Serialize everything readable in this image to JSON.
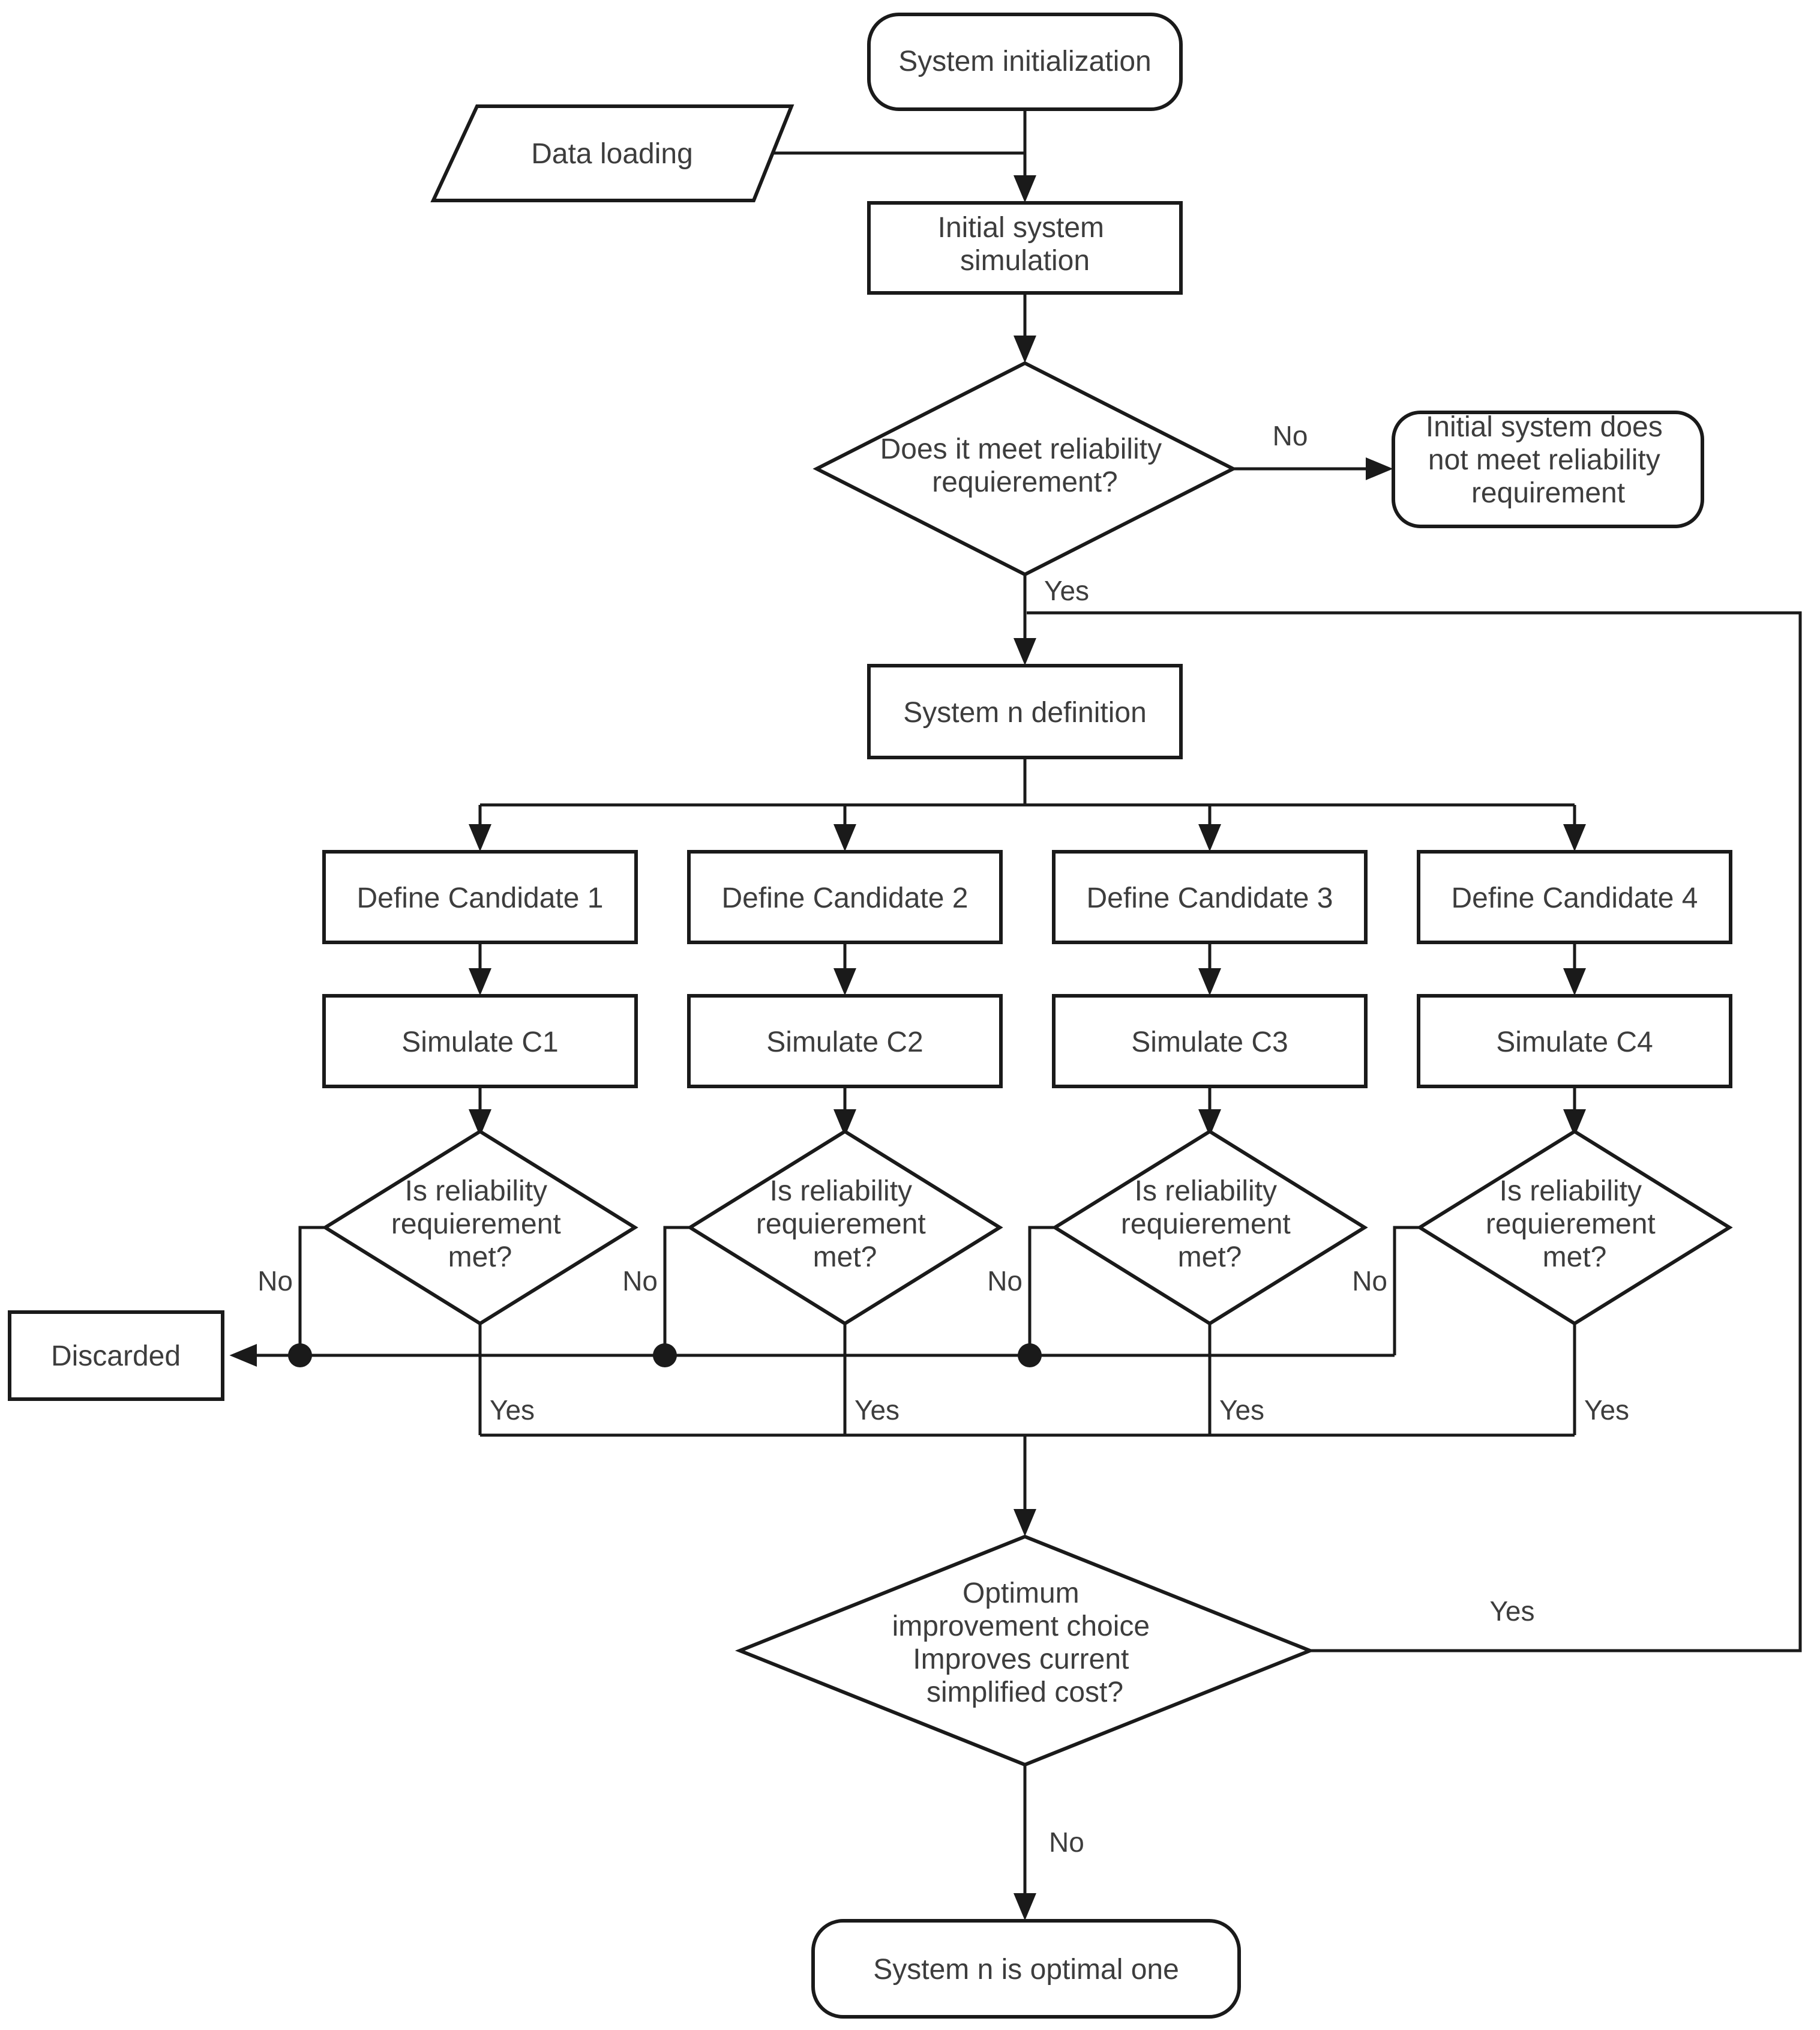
{
  "colors": {
    "line": "#1a1a1a",
    "text": "#3d3d3d",
    "node_fill": "#ffffff",
    "background": "#ffffff"
  },
  "nodes": {
    "start": {
      "shape": "terminator",
      "label": "System initialization"
    },
    "data_loading": {
      "shape": "parallelogram",
      "label": "Data loading"
    },
    "initial_simulation": {
      "shape": "process",
      "lines": [
        "Initial system",
        "simulation"
      ]
    },
    "reliability_check": {
      "shape": "decision",
      "lines": [
        "Does it meet reliability",
        "requierement?"
      ]
    },
    "not_met_end": {
      "shape": "terminator",
      "lines": [
        "Initial system does",
        "not meet reliability",
        "requirement"
      ]
    },
    "system_n_definition": {
      "shape": "process",
      "label": "System n definition"
    },
    "discarded": {
      "shape": "process",
      "label": "Discarded"
    },
    "improvement_check": {
      "shape": "decision",
      "lines": [
        "Optimum",
        "improvement choice",
        "Improves current",
        "simplified cost?"
      ]
    },
    "optimal_end": {
      "shape": "terminator",
      "label": "System n is optimal one"
    }
  },
  "branches": [
    {
      "define": "Define Candidate 1",
      "simulate": "Simulate C1",
      "check_lines": [
        "Is reliability",
        "requierement",
        "met?"
      ],
      "no_label": "No",
      "yes_label": "Yes"
    },
    {
      "define": "Define Candidate 2",
      "simulate": "Simulate C2",
      "check_lines": [
        "Is reliability",
        "requierement",
        "met?"
      ],
      "no_label": "No",
      "yes_label": "Yes"
    },
    {
      "define": "Define Candidate 3",
      "simulate": "Simulate C3",
      "check_lines": [
        "Is reliability",
        "requierement",
        "met?"
      ],
      "no_label": "No",
      "yes_label": "Yes"
    },
    {
      "define": "Define Candidate 4",
      "simulate": "Simulate C4",
      "check_lines": [
        "Is reliability",
        "requierement",
        "met?"
      ],
      "no_label": "No",
      "yes_label": "Yes"
    }
  ],
  "edge_labels": {
    "reliability_no": "No",
    "reliability_yes": "Yes",
    "improvement_yes": "Yes",
    "improvement_no": "No"
  }
}
